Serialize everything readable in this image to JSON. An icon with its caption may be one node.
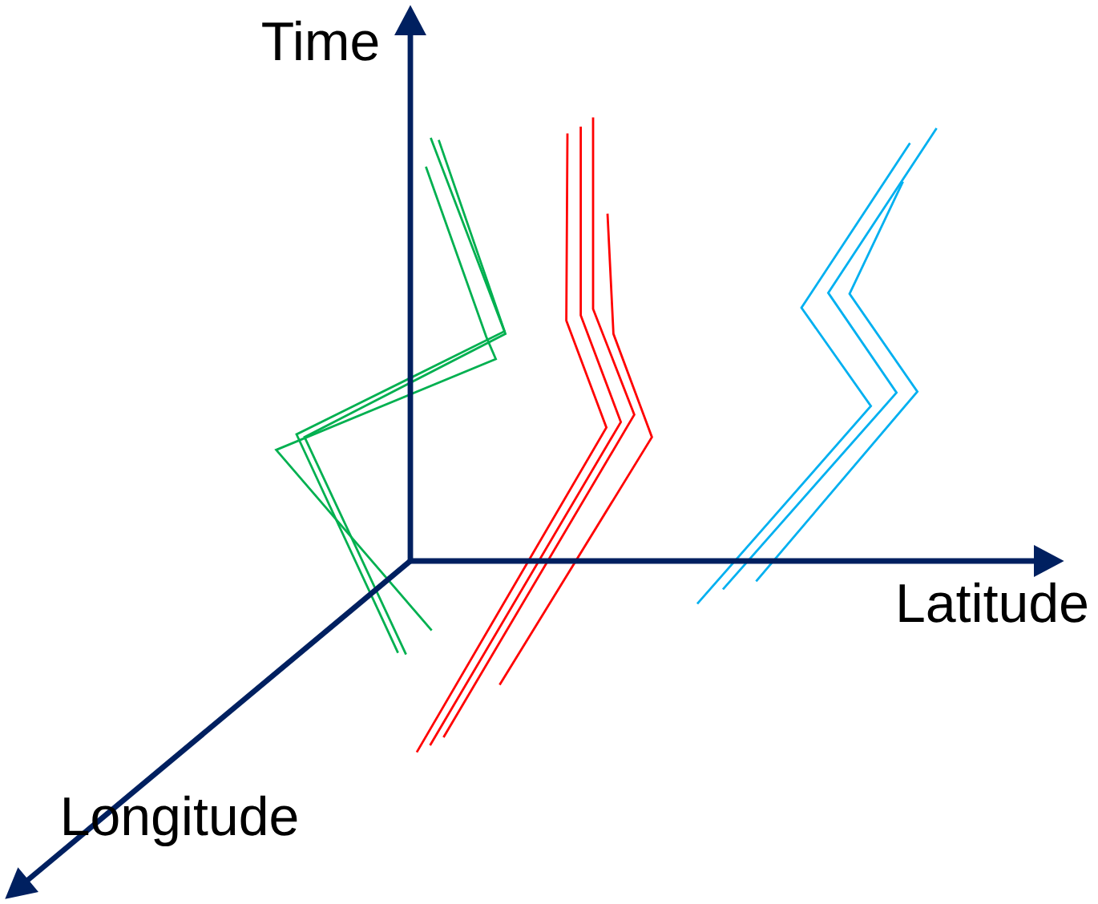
{
  "diagram": {
    "labels": [
      "Time",
      "Latitude",
      "Longitude"
    ]
  }
}
